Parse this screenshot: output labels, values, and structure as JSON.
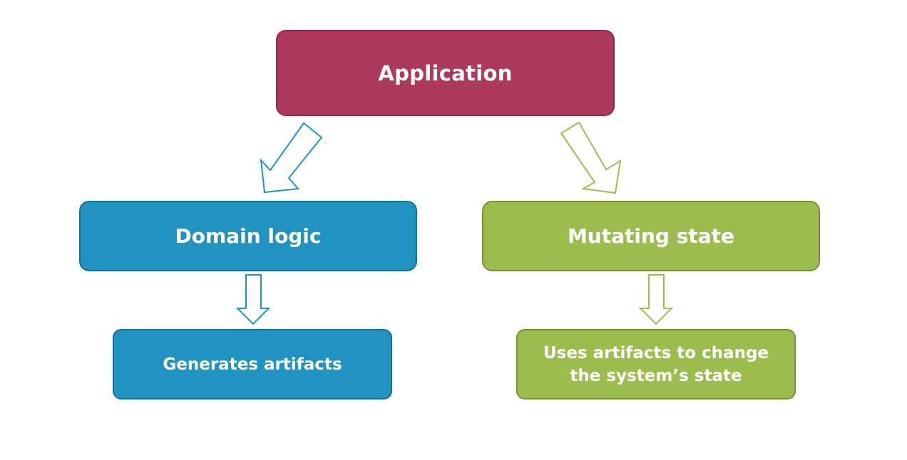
{
  "colors": {
    "application_fill": "#ad3a5b",
    "application_border": "#8c2845",
    "blue_fill": "#2193c1",
    "blue_border": "#16709a",
    "green_fill": "#9bbd4e",
    "green_border": "#76933a",
    "text": "#ffffff"
  },
  "nodes": {
    "application": "Application",
    "domain_logic": "Domain logic",
    "mutating_state": "Mutating state",
    "generates_artifacts": "Generates artifacts",
    "uses_artifacts": "Uses artifacts to change\nthe system’s state"
  },
  "icons": {
    "arrow_to_domain": "hollow-arrow-down-left-icon",
    "arrow_to_mutating": "hollow-arrow-down-right-icon",
    "arrow_to_generates": "hollow-arrow-down-icon",
    "arrow_to_uses": "hollow-arrow-down-icon"
  }
}
